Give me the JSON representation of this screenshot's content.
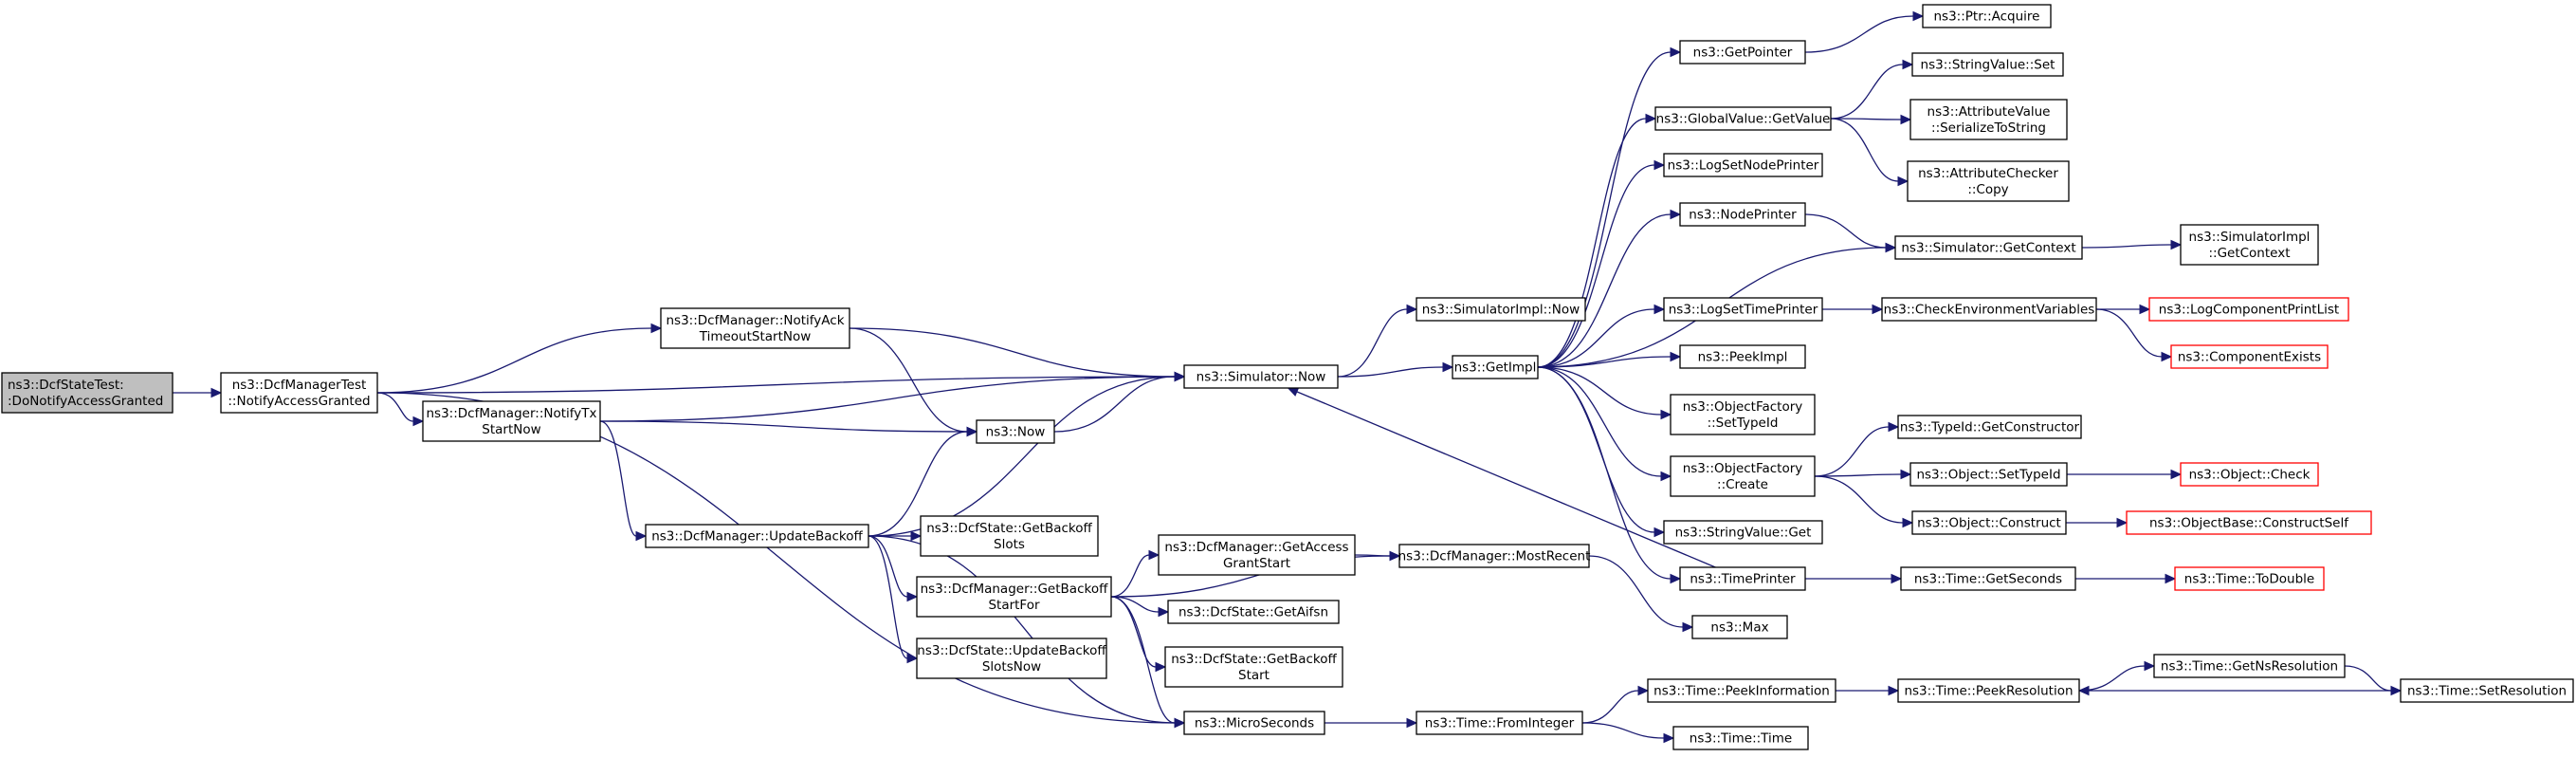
{
  "colors": {
    "edge": "#191970",
    "root_fill": "#bfbfbf",
    "box_border": "#000000",
    "external_border": "#ff0000"
  },
  "nodes": [
    {
      "id": "root",
      "lines": [
        "ns3::DcfStateTest:",
        ":DoNotifyAccessGranted"
      ],
      "style": "root"
    },
    {
      "id": "mgrtest",
      "lines": [
        "ns3::DcfManagerTest",
        "::NotifyAccessGranted"
      ]
    },
    {
      "id": "ackTimeout",
      "lines": [
        "ns3::DcfManager::NotifyAck",
        "TimeoutStartNow"
      ]
    },
    {
      "id": "notifyTx",
      "lines": [
        "ns3::DcfManager::NotifyTx",
        "StartNow"
      ]
    },
    {
      "id": "updBackoff",
      "lines": [
        "ns3::DcfManager::UpdateBackoff"
      ]
    },
    {
      "id": "simNow",
      "lines": [
        "ns3::Simulator::Now"
      ]
    },
    {
      "id": "now",
      "lines": [
        "ns3::Now"
      ]
    },
    {
      "id": "getBackoffSlots",
      "lines": [
        "ns3::DcfState::GetBackoff",
        "Slots"
      ]
    },
    {
      "id": "getBackoffStartFor",
      "lines": [
        "ns3::DcfManager::GetBackoff",
        "StartFor"
      ]
    },
    {
      "id": "updBackoffSlotsNow",
      "lines": [
        "ns3::DcfState::UpdateBackoff",
        "SlotsNow"
      ]
    },
    {
      "id": "microSec",
      "lines": [
        "ns3::MicroSeconds"
      ]
    },
    {
      "id": "simImplNow",
      "lines": [
        "ns3::SimulatorImpl::Now"
      ]
    },
    {
      "id": "getImpl",
      "lines": [
        "ns3::GetImpl"
      ]
    },
    {
      "id": "getAccessGrant",
      "lines": [
        "ns3::DcfManager::GetAccess",
        "GrantStart"
      ]
    },
    {
      "id": "getAifsn",
      "lines": [
        "ns3::DcfState::GetAifsn"
      ]
    },
    {
      "id": "getBackoffStart",
      "lines": [
        "ns3::DcfState::GetBackoff",
        "Start"
      ]
    },
    {
      "id": "mostRecent",
      "lines": [
        "ns3::DcfManager::MostRecent"
      ]
    },
    {
      "id": "fromInteger",
      "lines": [
        "ns3::Time::FromInteger"
      ]
    },
    {
      "id": "getPointer",
      "lines": [
        "ns3::GetPointer"
      ]
    },
    {
      "id": "globalGetValue",
      "lines": [
        "ns3::GlobalValue::GetValue"
      ]
    },
    {
      "id": "logSetNodePrinter",
      "lines": [
        "ns3::LogSetNodePrinter"
      ]
    },
    {
      "id": "nodePrinter",
      "lines": [
        "ns3::NodePrinter"
      ]
    },
    {
      "id": "logSetTimePrinter",
      "lines": [
        "ns3::LogSetTimePrinter"
      ]
    },
    {
      "id": "peekImpl",
      "lines": [
        "ns3::PeekImpl"
      ]
    },
    {
      "id": "ofSetTypeId",
      "lines": [
        "ns3::ObjectFactory",
        "::SetTypeId"
      ]
    },
    {
      "id": "ofCreate",
      "lines": [
        "ns3::ObjectFactory",
        "::Create"
      ]
    },
    {
      "id": "stringValueGet",
      "lines": [
        "ns3::StringValue::Get"
      ]
    },
    {
      "id": "timePrinter",
      "lines": [
        "ns3::TimePrinter"
      ]
    },
    {
      "id": "max",
      "lines": [
        "ns3::Max"
      ]
    },
    {
      "id": "peekInformation",
      "lines": [
        "ns3::Time::PeekInformation"
      ]
    },
    {
      "id": "timeTime",
      "lines": [
        "ns3::Time::Time"
      ]
    },
    {
      "id": "ptrAcquire",
      "lines": [
        "ns3::Ptr::Acquire"
      ]
    },
    {
      "id": "stringValueSet",
      "lines": [
        "ns3::StringValue::Set"
      ]
    },
    {
      "id": "attrSerialize",
      "lines": [
        "ns3::AttributeValue",
        "::SerializeToString"
      ]
    },
    {
      "id": "attrCheckerCopy",
      "lines": [
        "ns3::AttributeChecker",
        "::Copy"
      ]
    },
    {
      "id": "simGetContext",
      "lines": [
        "ns3::Simulator::GetContext"
      ]
    },
    {
      "id": "checkEnv",
      "lines": [
        "ns3::CheckEnvironmentVariables"
      ]
    },
    {
      "id": "typeIdGetCtor",
      "lines": [
        "ns3::TypeId::GetConstructor"
      ]
    },
    {
      "id": "objSetTypeId",
      "lines": [
        "ns3::Object::SetTypeId"
      ]
    },
    {
      "id": "objConstruct",
      "lines": [
        "ns3::Object::Construct"
      ]
    },
    {
      "id": "timeGetSeconds",
      "lines": [
        "ns3::Time::GetSeconds"
      ]
    },
    {
      "id": "peekResolution",
      "lines": [
        "ns3::Time::PeekResolution"
      ]
    },
    {
      "id": "simImplGetContext",
      "lines": [
        "ns3::SimulatorImpl",
        "::GetContext"
      ]
    },
    {
      "id": "logCompPrintList",
      "lines": [
        "ns3::LogComponentPrintList"
      ],
      "style": "external"
    },
    {
      "id": "componentExists",
      "lines": [
        "ns3::ComponentExists"
      ],
      "style": "external"
    },
    {
      "id": "objCheck",
      "lines": [
        "ns3::Object::Check"
      ],
      "style": "external"
    },
    {
      "id": "objBaseConstructSelf",
      "lines": [
        "ns3::ObjectBase::ConstructSelf"
      ],
      "style": "external"
    },
    {
      "id": "timeToDouble",
      "lines": [
        "ns3::Time::ToDouble"
      ],
      "style": "external"
    },
    {
      "id": "getNsResolution",
      "lines": [
        "ns3::Time::GetNsResolution"
      ]
    },
    {
      "id": "setResolution",
      "lines": [
        "ns3::Time::SetResolution"
      ]
    }
  ],
  "edges": [
    [
      "root",
      "mgrtest"
    ],
    [
      "mgrtest",
      "simNow"
    ],
    [
      "mgrtest",
      "ackTimeout"
    ],
    [
      "mgrtest",
      "notifyTx"
    ],
    [
      "mgrtest",
      "microSec"
    ],
    [
      "ackTimeout",
      "simNow"
    ],
    [
      "ackTimeout",
      "now"
    ],
    [
      "notifyTx",
      "simNow"
    ],
    [
      "notifyTx",
      "now"
    ],
    [
      "notifyTx",
      "updBackoff"
    ],
    [
      "updBackoff",
      "now"
    ],
    [
      "updBackoff",
      "simNow"
    ],
    [
      "updBackoff",
      "getBackoffSlots"
    ],
    [
      "updBackoff",
      "getBackoffStartFor"
    ],
    [
      "updBackoff",
      "updBackoffSlotsNow"
    ],
    [
      "updBackoff",
      "microSec"
    ],
    [
      "now",
      "simNow"
    ],
    [
      "simNow",
      "simImplNow"
    ],
    [
      "simNow",
      "getImpl"
    ],
    [
      "getBackoffStartFor",
      "getAccessGrant"
    ],
    [
      "getBackoffStartFor",
      "mostRecent"
    ],
    [
      "getBackoffStartFor",
      "getAifsn"
    ],
    [
      "getBackoffStartFor",
      "getBackoffStart"
    ],
    [
      "getBackoffStartFor",
      "microSec"
    ],
    [
      "getAccessGrant",
      "mostRecent"
    ],
    [
      "mostRecent",
      "max"
    ],
    [
      "microSec",
      "fromInteger"
    ],
    [
      "fromInteger",
      "peekInformation"
    ],
    [
      "fromInteger",
      "timeTime"
    ],
    [
      "getImpl",
      "getPointer"
    ],
    [
      "getImpl",
      "globalGetValue"
    ],
    [
      "getImpl",
      "logSetNodePrinter"
    ],
    [
      "getImpl",
      "nodePrinter"
    ],
    [
      "getImpl",
      "simGetContext"
    ],
    [
      "getImpl",
      "logSetTimePrinter"
    ],
    [
      "getImpl",
      "peekImpl"
    ],
    [
      "getImpl",
      "ofSetTypeId"
    ],
    [
      "getImpl",
      "ofCreate"
    ],
    [
      "getImpl",
      "stringValueGet"
    ],
    [
      "getImpl",
      "timePrinter"
    ],
    [
      "timePrinter",
      "simNow"
    ],
    [
      "timePrinter",
      "timeGetSeconds"
    ],
    [
      "getPointer",
      "ptrAcquire"
    ],
    [
      "globalGetValue",
      "stringValueSet"
    ],
    [
      "globalGetValue",
      "attrSerialize"
    ],
    [
      "globalGetValue",
      "attrCheckerCopy"
    ],
    [
      "nodePrinter",
      "simGetContext"
    ],
    [
      "simGetContext",
      "simImplGetContext"
    ],
    [
      "logSetTimePrinter",
      "checkEnv"
    ],
    [
      "checkEnv",
      "logCompPrintList"
    ],
    [
      "checkEnv",
      "componentExists"
    ],
    [
      "ofCreate",
      "typeIdGetCtor"
    ],
    [
      "ofCreate",
      "objSetTypeId"
    ],
    [
      "ofCreate",
      "objConstruct"
    ],
    [
      "objSetTypeId",
      "objCheck"
    ],
    [
      "objConstruct",
      "objBaseConstructSelf"
    ],
    [
      "timeGetSeconds",
      "timeToDouble"
    ],
    [
      "peekInformation",
      "peekResolution"
    ],
    [
      "peekResolution",
      "getNsResolution"
    ],
    [
      "getNsResolution",
      "setResolution"
    ],
    [
      "setResolution",
      "peekResolution"
    ]
  ]
}
